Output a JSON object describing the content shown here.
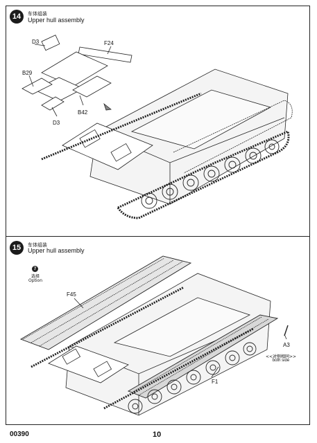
{
  "step14": {
    "number": "14",
    "title_cn": "车体组装",
    "title_en": "Upper hull assembly",
    "parts": {
      "d3_top": "D3",
      "f24": "F24",
      "b29": "B29",
      "b42": "B42",
      "d3_bottom": "D3"
    }
  },
  "step15": {
    "number": "15",
    "title_cn": "车体组装",
    "title_en": "Upper hull assembly",
    "option_number": "7",
    "option_cn": "选择",
    "option_en": "Option",
    "parts": {
      "f45": "F45",
      "a3": "A3",
      "f1": "F1"
    },
    "both_side_cn": "<<对侧相同>>",
    "both_side_en": "both side"
  },
  "footer": {
    "code": "00390",
    "page": "10"
  }
}
